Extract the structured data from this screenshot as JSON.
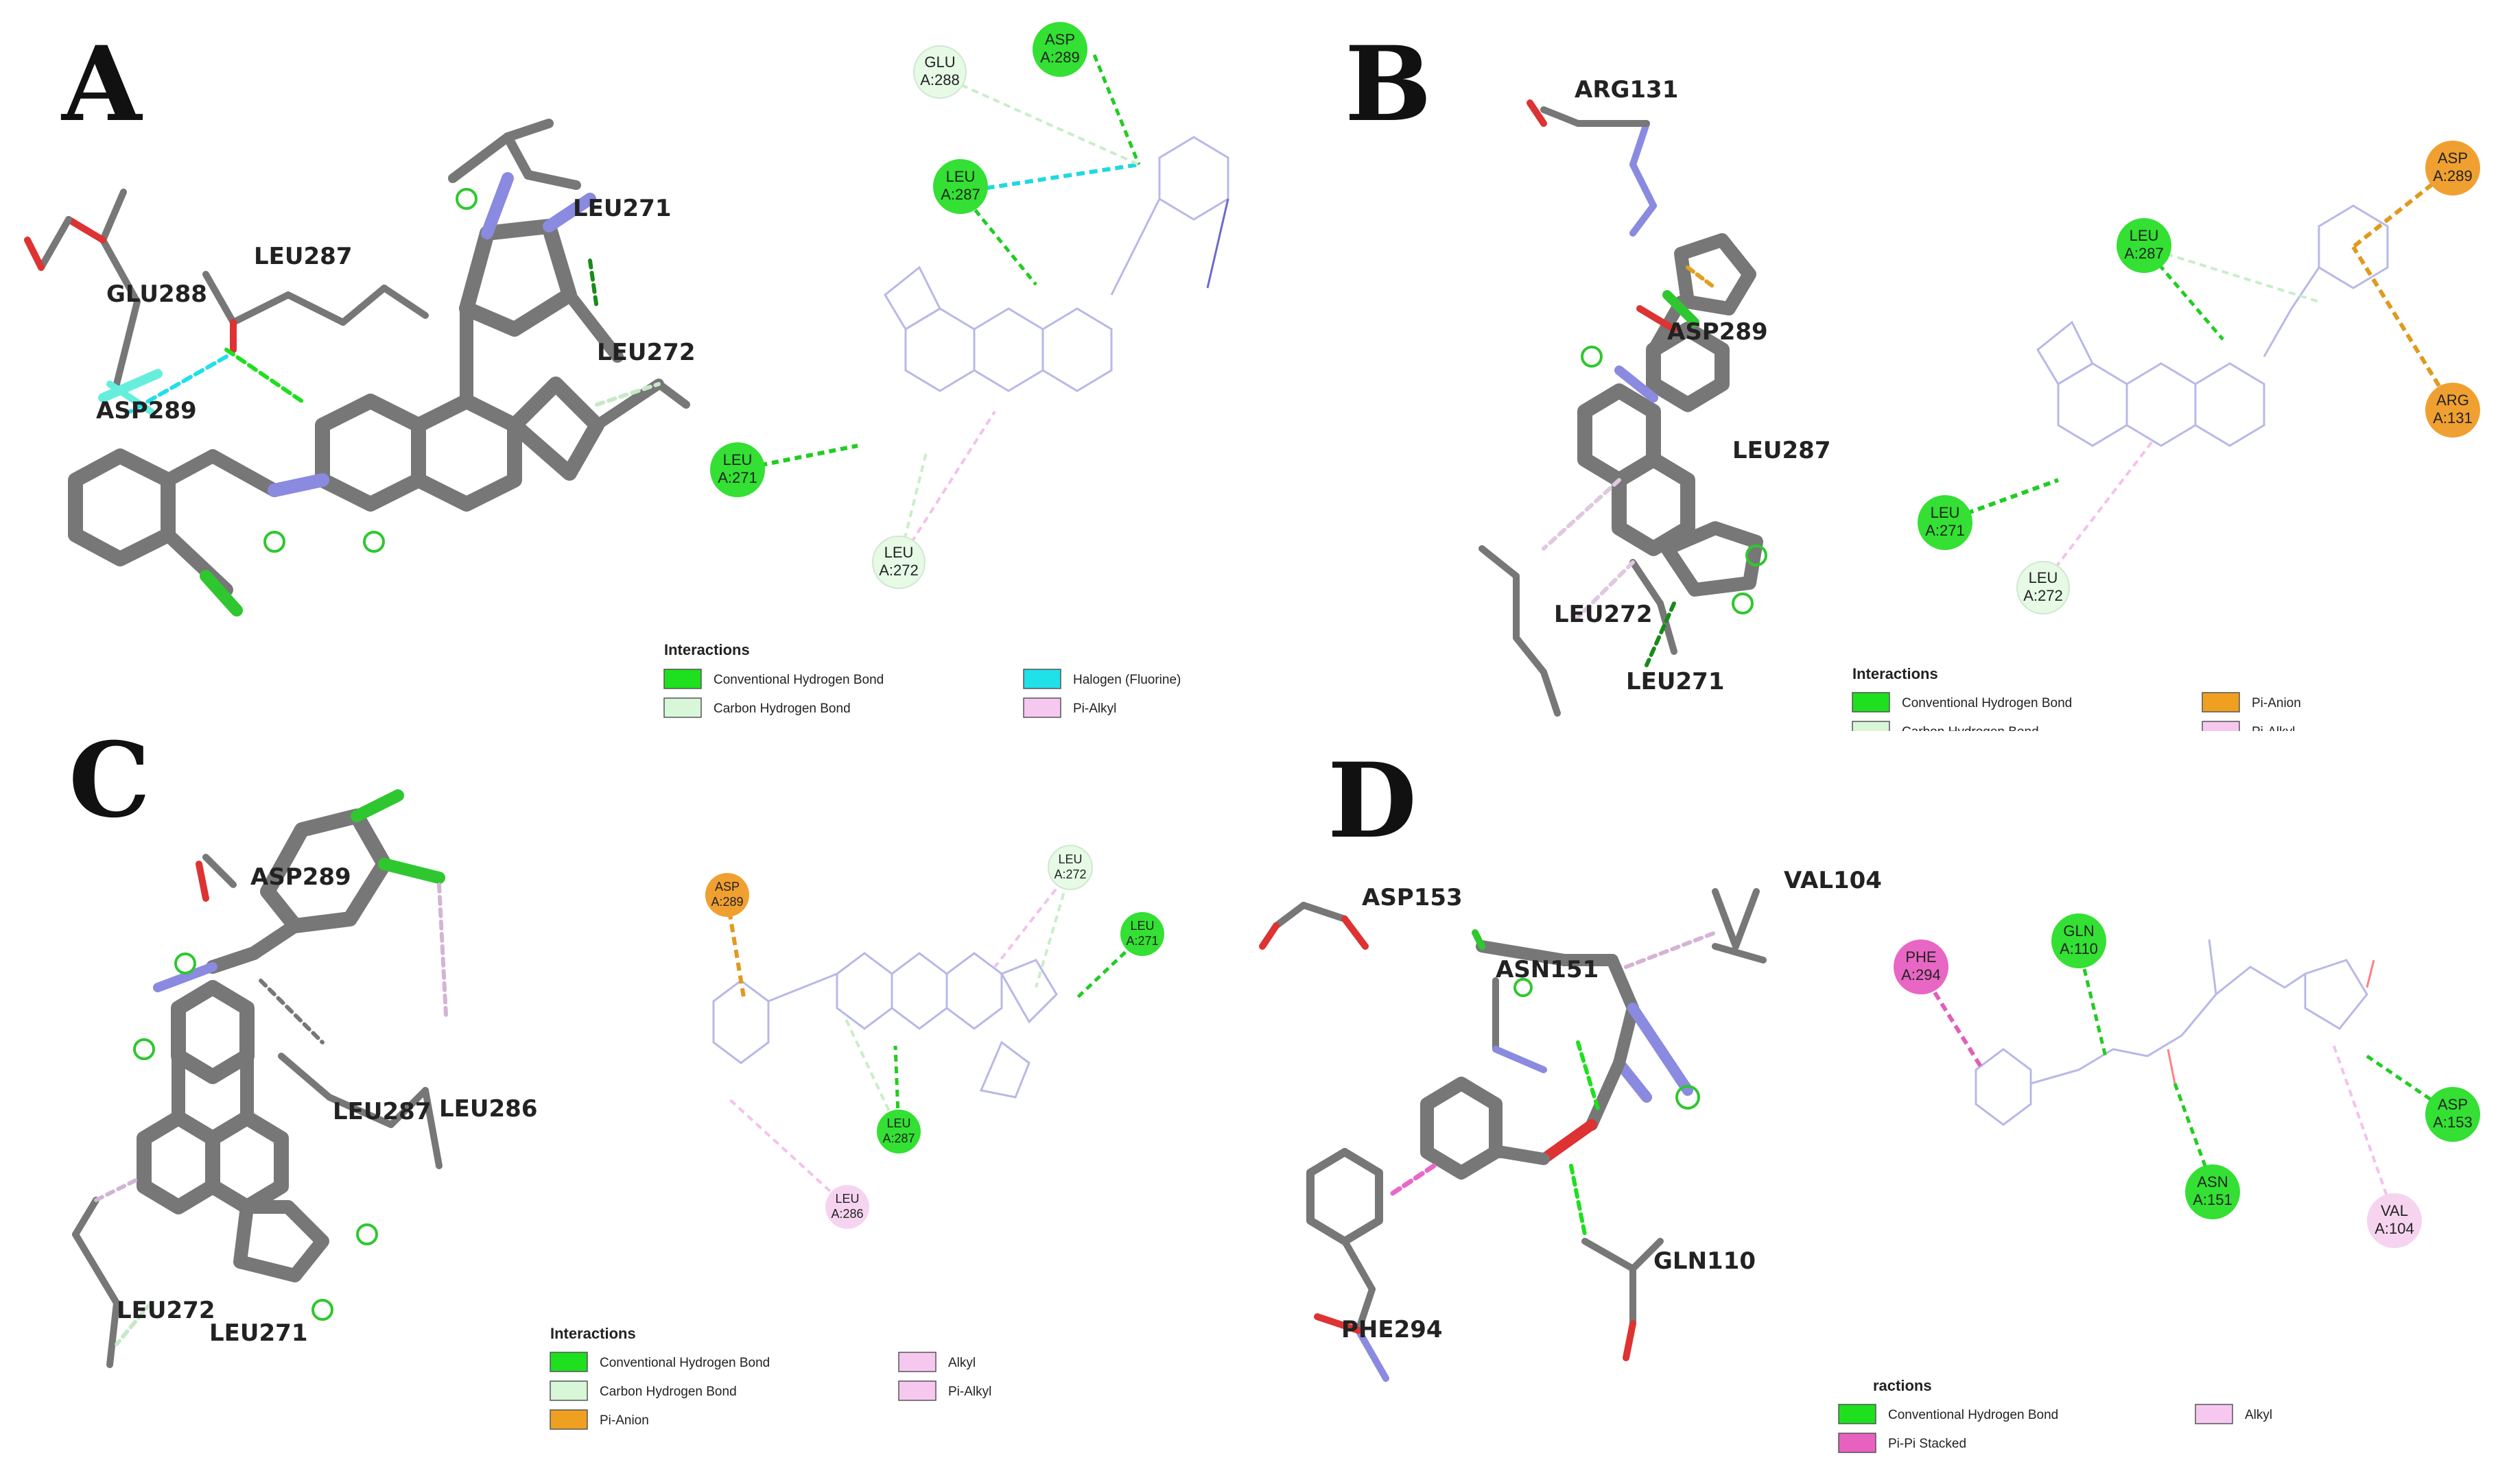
{
  "panels": {
    "A": {
      "letter": "A",
      "residues_3d": [
        "LEU271",
        "GLU288",
        "LEU287",
        "LEU272",
        "ASP289"
      ],
      "nodes": [
        {
          "lines": [
            "GLU",
            "A:288"
          ],
          "kind": "carbon-hbond"
        },
        {
          "lines": [
            "ASP",
            "A:289"
          ],
          "kind": "conventional-hbond"
        },
        {
          "lines": [
            "LEU",
            "A:287"
          ],
          "kind": "conventional-hbond"
        },
        {
          "lines": [
            "LEU",
            "A:271"
          ],
          "kind": "conventional-hbond"
        },
        {
          "lines": [
            "LEU",
            "A:272"
          ],
          "kind": "carbon-hbond"
        }
      ],
      "legend": {
        "title": "Interactions",
        "items": [
          {
            "label": "Conventional Hydrogen Bond",
            "color": "#1ee01e"
          },
          {
            "label": "Halogen (Fluorine)",
            "color": "#20e0e8"
          },
          {
            "label": "Carbon Hydrogen Bond",
            "color": "#d8f7d8"
          },
          {
            "label": "Pi-Alkyl",
            "color": "#f6c8f0"
          }
        ]
      }
    },
    "B": {
      "letter": "B",
      "residues_3d": [
        "ARG131",
        "ASP289",
        "LEU287",
        "LEU272",
        "LEU271"
      ],
      "nodes": [
        {
          "lines": [
            "ASP",
            "A:289"
          ],
          "kind": "pi-anion"
        },
        {
          "lines": [
            "LEU",
            "A:287"
          ],
          "kind": "conventional-hbond"
        },
        {
          "lines": [
            "ARG",
            "A:131"
          ],
          "kind": "pi-anion"
        },
        {
          "lines": [
            "LEU",
            "A:271"
          ],
          "kind": "conventional-hbond"
        },
        {
          "lines": [
            "LEU",
            "A:272"
          ],
          "kind": "carbon-hbond"
        }
      ],
      "legend": {
        "title": "Interactions",
        "items": [
          {
            "label": "Conventional Hydrogen Bond",
            "color": "#1ee01e"
          },
          {
            "label": "Pi-Anion",
            "color": "#f0a020"
          },
          {
            "label": "Carbon Hydrogen Bond",
            "color": "#d8f7d8"
          },
          {
            "label": "Pi-Alkyl",
            "color": "#f6c8f0"
          }
        ]
      }
    },
    "C": {
      "letter": "C",
      "residues_3d": [
        "ASP289",
        "LEU287",
        "LEU286",
        "LEU272",
        "LEU271"
      ],
      "nodes": [
        {
          "lines": [
            "ASP",
            "A:289"
          ],
          "kind": "pi-anion"
        },
        {
          "lines": [
            "LEU",
            "A:272"
          ],
          "kind": "carbon-hbond"
        },
        {
          "lines": [
            "LEU",
            "A:271"
          ],
          "kind": "conventional-hbond"
        },
        {
          "lines": [
            "LEU",
            "A:287"
          ],
          "kind": "conventional-hbond"
        },
        {
          "lines": [
            "LEU",
            "A:286"
          ],
          "kind": "alkyl"
        }
      ],
      "legend": {
        "title": "Interactions",
        "items": [
          {
            "label": "Conventional Hydrogen Bond",
            "color": "#1ee01e"
          },
          {
            "label": "Alkyl",
            "color": "#f6c8f0"
          },
          {
            "label": "Carbon Hydrogen Bond",
            "color": "#d8f7d8"
          },
          {
            "label": "Pi-Alkyl",
            "color": "#f6c8f0"
          },
          {
            "label": "Pi-Anion",
            "color": "#f0a020"
          }
        ]
      }
    },
    "D": {
      "letter": "D",
      "residues_3d": [
        "ASP153",
        "VAL104",
        "ASN151",
        "GLN110",
        "PHE294"
      ],
      "nodes": [
        {
          "lines": [
            "PHE",
            "A:294"
          ],
          "kind": "pi-pi-stacked"
        },
        {
          "lines": [
            "GLN",
            "A:110"
          ],
          "kind": "conventional-hbond"
        },
        {
          "lines": [
            "ASP",
            "A:153"
          ],
          "kind": "conventional-hbond"
        },
        {
          "lines": [
            "ASN",
            "A:151"
          ],
          "kind": "conventional-hbond"
        },
        {
          "lines": [
            "VAL",
            "A:104"
          ],
          "kind": "alkyl"
        }
      ],
      "legend": {
        "title": "ractions",
        "items": [
          {
            "label": "Conventional Hydrogen Bond",
            "color": "#1ee01e"
          },
          {
            "label": "Alkyl",
            "color": "#f6c8f0"
          },
          {
            "label": "Pi-Pi Stacked",
            "color": "#e860c0"
          }
        ]
      }
    }
  }
}
